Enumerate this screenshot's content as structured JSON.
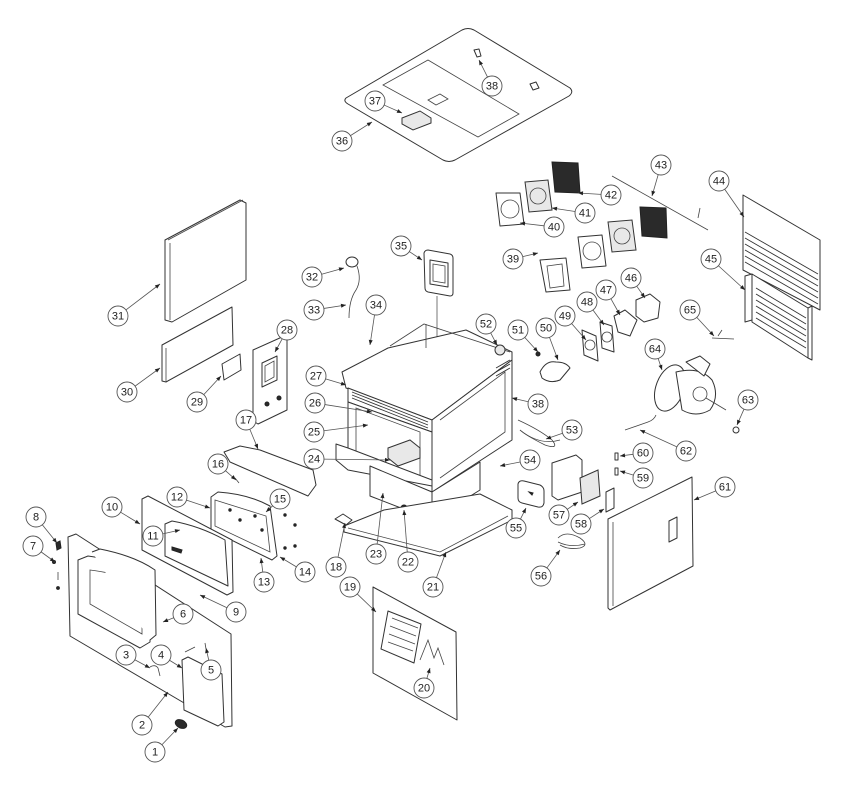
{
  "diagram": {
    "title": "Exploded parts diagram",
    "colors": {
      "background": "#ffffff",
      "line": "#333333",
      "callout": "#555555"
    },
    "callouts": [
      {
        "id": "1",
        "label": "1"
      },
      {
        "id": "2",
        "label": "2"
      },
      {
        "id": "3",
        "label": "3"
      },
      {
        "id": "4",
        "label": "4"
      },
      {
        "id": "5",
        "label": "5"
      },
      {
        "id": "6",
        "label": "6"
      },
      {
        "id": "7",
        "label": "7"
      },
      {
        "id": "8",
        "label": "8"
      },
      {
        "id": "9",
        "label": "9"
      },
      {
        "id": "10",
        "label": "10"
      },
      {
        "id": "11",
        "label": "11"
      },
      {
        "id": "12",
        "label": "12"
      },
      {
        "id": "13",
        "label": "13"
      },
      {
        "id": "14",
        "label": "14"
      },
      {
        "id": "15",
        "label": "15"
      },
      {
        "id": "16",
        "label": "16"
      },
      {
        "id": "17",
        "label": "17"
      },
      {
        "id": "18",
        "label": "18"
      },
      {
        "id": "19",
        "label": "19"
      },
      {
        "id": "20",
        "label": "20"
      },
      {
        "id": "21",
        "label": "21"
      },
      {
        "id": "22",
        "label": "22"
      },
      {
        "id": "23",
        "label": "23"
      },
      {
        "id": "24",
        "label": "24"
      },
      {
        "id": "25",
        "label": "25"
      },
      {
        "id": "26",
        "label": "26"
      },
      {
        "id": "27",
        "label": "27"
      },
      {
        "id": "28",
        "label": "28"
      },
      {
        "id": "29",
        "label": "29"
      },
      {
        "id": "30",
        "label": "30"
      },
      {
        "id": "31",
        "label": "31"
      },
      {
        "id": "32",
        "label": "32"
      },
      {
        "id": "33",
        "label": "33"
      },
      {
        "id": "34",
        "label": "34"
      },
      {
        "id": "35",
        "label": "35"
      },
      {
        "id": "36",
        "label": "36"
      },
      {
        "id": "37",
        "label": "37"
      },
      {
        "id": "38a",
        "label": "38"
      },
      {
        "id": "38b",
        "label": "38"
      },
      {
        "id": "39",
        "label": "39"
      },
      {
        "id": "40",
        "label": "40"
      },
      {
        "id": "41",
        "label": "41"
      },
      {
        "id": "42",
        "label": "42"
      },
      {
        "id": "43",
        "label": "43"
      },
      {
        "id": "44",
        "label": "44"
      },
      {
        "id": "45",
        "label": "45"
      },
      {
        "id": "46",
        "label": "46"
      },
      {
        "id": "47",
        "label": "47"
      },
      {
        "id": "48",
        "label": "48"
      },
      {
        "id": "49",
        "label": "49"
      },
      {
        "id": "50",
        "label": "50"
      },
      {
        "id": "51",
        "label": "51"
      },
      {
        "id": "52",
        "label": "52"
      },
      {
        "id": "53",
        "label": "53"
      },
      {
        "id": "54",
        "label": "54"
      },
      {
        "id": "55",
        "label": "55"
      },
      {
        "id": "56",
        "label": "56"
      },
      {
        "id": "57",
        "label": "57"
      },
      {
        "id": "58",
        "label": "58"
      },
      {
        "id": "59",
        "label": "59"
      },
      {
        "id": "60",
        "label": "60"
      },
      {
        "id": "61",
        "label": "61"
      },
      {
        "id": "62",
        "label": "62"
      },
      {
        "id": "63",
        "label": "63"
      },
      {
        "id": "64",
        "label": "64"
      },
      {
        "id": "65",
        "label": "65"
      }
    ]
  }
}
